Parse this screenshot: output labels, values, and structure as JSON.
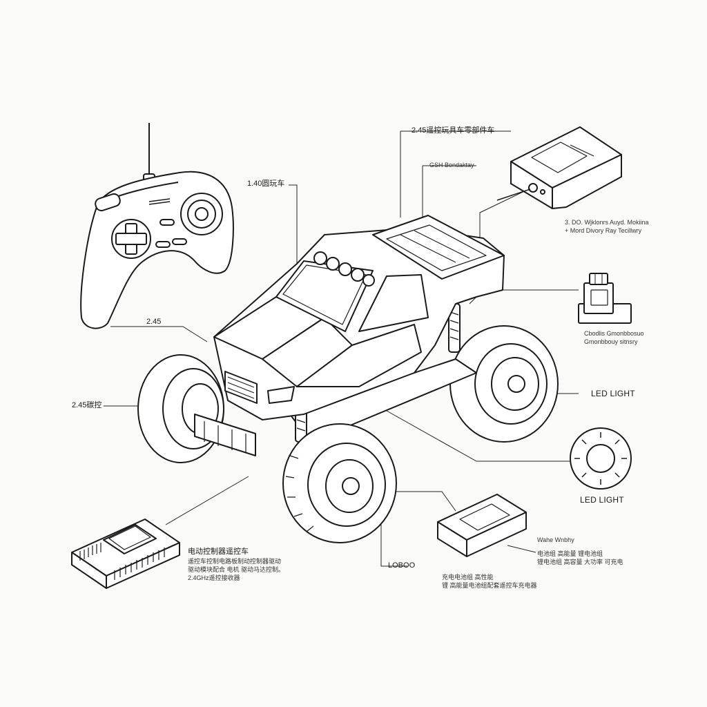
{
  "labels": {
    "remote_top": "1.40圆玩车",
    "remote_bottom": "2.45",
    "left_side": "2.45碳控",
    "receiver_title": "2.45遥控玩具车零部件车",
    "receiver_sub": "GSH Bondaktay",
    "receiver_note_1": "3. DO. Wjklonrs Auyd. Mokiina",
    "receiver_note_2": "+ Mord Divory Ray Tecillwry",
    "connector_note_1": "Cbodlis Gmonbbosuo",
    "connector_note_2": "Gmonbbouy sitnsry",
    "led_top": "LED LIGHT",
    "led_bottom": "LED LIGHT",
    "esc_title": "电动控制器遥控车",
    "esc_line_1": "遥控车控制电路板制动控制器驱动",
    "esc_line_2": "驱动模块配合 电机 驱动马达控制。",
    "esc_line_3": "2.4GHz遥控接收器",
    "bottom_center": "LOBOO",
    "battery_title": "Wahe Wnbhy",
    "battery_line_1": "电池组 高能量 锂电池组",
    "battery_line_2": "锂电池组 高容量 大功率 可充电",
    "bottom_note_1": "充电电池组 高性能",
    "bottom_note_2": "锂 高能量电池组配套遥控车充电器"
  },
  "icons": {
    "remote": "remote-controller-icon",
    "truck": "monster-truck-icon",
    "receiver": "receiver-box-icon",
    "connector": "connector-icon",
    "led": "led-light-icon",
    "esc": "circuit-board-icon",
    "battery": "battery-pack-icon"
  },
  "colors": {
    "ink": "#1a1a1a",
    "background": "#fafaf8"
  }
}
